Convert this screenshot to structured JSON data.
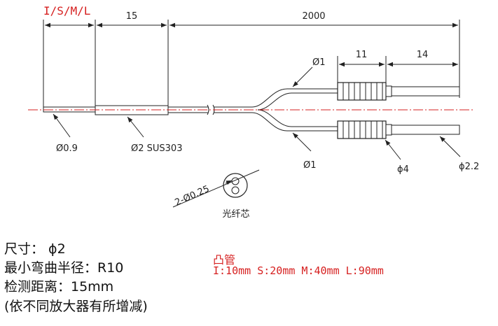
{
  "diagram": {
    "top_dims": {
      "tip_length": "I/S/M/L",
      "sleeve_length": "15",
      "cable_length": "2000"
    },
    "right_dims": {
      "connector_length": "11",
      "tail_length": "14"
    },
    "callouts": {
      "tip_diameter": "Ø0.9",
      "sleeve_spec": "Ø2 SUS303",
      "branch_upper": "Ø1",
      "branch_lower": "Ø1",
      "connector_diameter": "ϕ4",
      "fiber_diameter": "ϕ2.2",
      "core_count": "2-Ø0.25",
      "core_label": "光纤芯"
    }
  },
  "specs": {
    "size": "尺寸： ϕ2",
    "bend_radius": "最小弯曲半径：R10",
    "detect_distance": "检测距离：15mm",
    "note": "(依不同放大器有所增减)"
  },
  "tube": {
    "title": "凸管",
    "lengths": "I:10mm  S:20mm  M:40mm  L:90mm"
  },
  "colors": {
    "line": "#222222",
    "accent": "#d62020"
  }
}
